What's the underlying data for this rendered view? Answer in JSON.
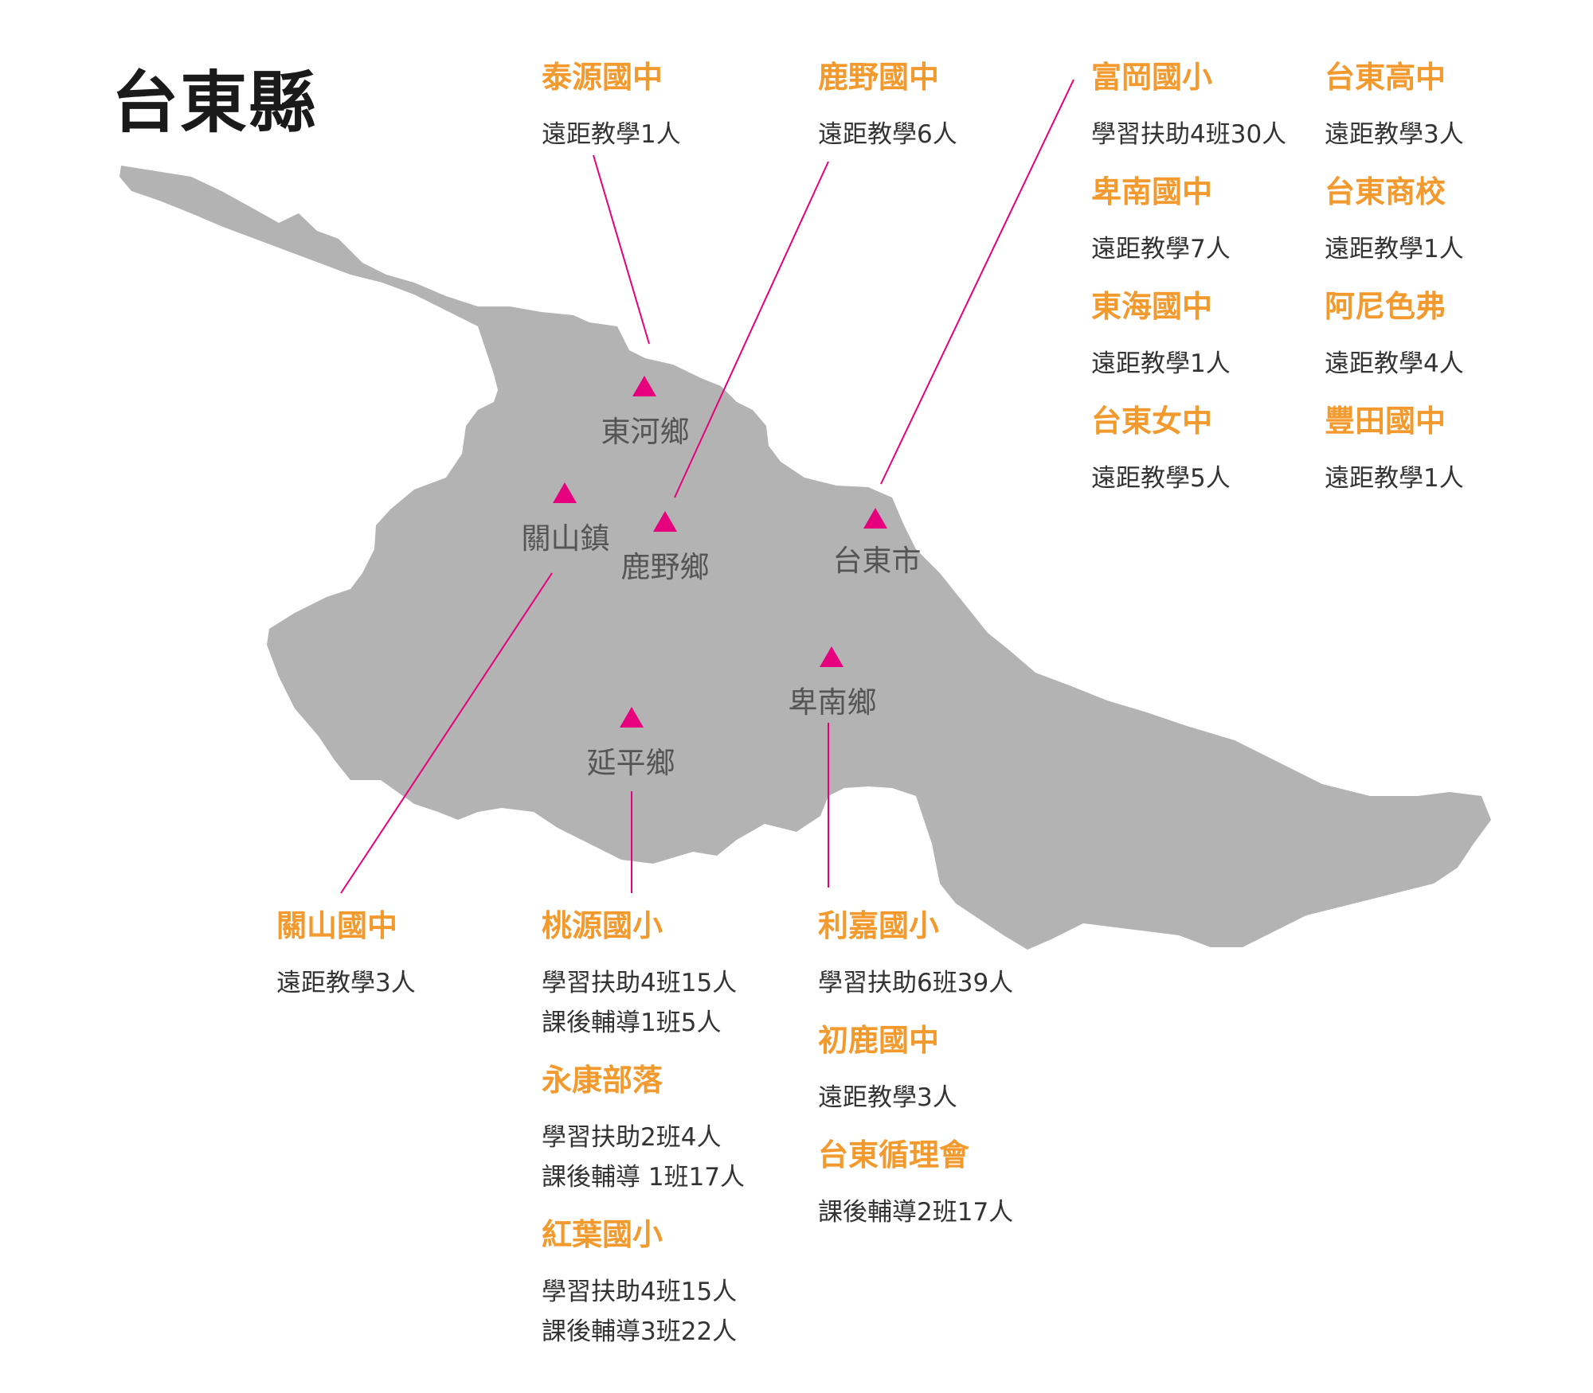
{
  "title": "台東縣",
  "colors": {
    "land": "#b3b3b3",
    "marker": "#e6007e",
    "leader": "#e6007e",
    "school": "#f39a2e",
    "text": "#333333"
  },
  "townships": [
    {
      "id": "donghe",
      "label": "東河鄉"
    },
    {
      "id": "guanshan",
      "label": "關山鎮"
    },
    {
      "id": "luye",
      "label": "鹿野鄉"
    },
    {
      "id": "taitung",
      "label": "台東市"
    },
    {
      "id": "beinan",
      "label": "卑南鄉"
    },
    {
      "id": "yanping",
      "label": "延平鄉"
    }
  ],
  "schools": {
    "taiyuan": {
      "name": "泰源國中",
      "programs": [
        "遠距教學1人"
      ]
    },
    "luye": {
      "name": "鹿野國中",
      "programs": [
        "遠距教學6人"
      ]
    },
    "fugang": {
      "name": "富岡國小",
      "programs": [
        "學習扶助4班30人"
      ]
    },
    "beinan_jh": {
      "name": "卑南國中",
      "programs": [
        "遠距教學7人"
      ]
    },
    "donghai": {
      "name": "東海國中",
      "programs": [
        "遠距教學1人"
      ]
    },
    "taitung_girls": {
      "name": "台東女中",
      "programs": [
        "遠距教學5人"
      ]
    },
    "taitung_hs": {
      "name": "台東高中",
      "programs": [
        "遠距教學3人"
      ]
    },
    "taitung_commerce": {
      "name": "台東商校",
      "programs": [
        "遠距教學1人"
      ]
    },
    "anisefu": {
      "name": "阿尼色弗",
      "programs": [
        "遠距教學4人"
      ]
    },
    "fengtian": {
      "name": "豐田國中",
      "programs": [
        "遠距教學1人"
      ]
    },
    "guanshan_jh": {
      "name": "關山國中",
      "programs": [
        "遠距教學3人"
      ]
    },
    "taoyuan": {
      "name": "桃源國小",
      "programs": [
        "學習扶助4班15人",
        "課後輔導1班5人"
      ]
    },
    "yongkang": {
      "name": "永康部落",
      "programs": [
        "學習扶助2班4人",
        "課後輔導 1班17人"
      ]
    },
    "hongye": {
      "name": "紅葉國小",
      "programs": [
        "學習扶助4班15人",
        "課後輔導3班22人"
      ]
    },
    "lijia": {
      "name": "利嘉國小",
      "programs": [
        "學習扶助6班39人"
      ]
    },
    "chulu": {
      "name": "初鹿國中",
      "programs": [
        "遠距教學3人"
      ]
    },
    "methodist": {
      "name": "台東循理會",
      "programs": [
        "課後輔導2班17人"
      ]
    }
  }
}
